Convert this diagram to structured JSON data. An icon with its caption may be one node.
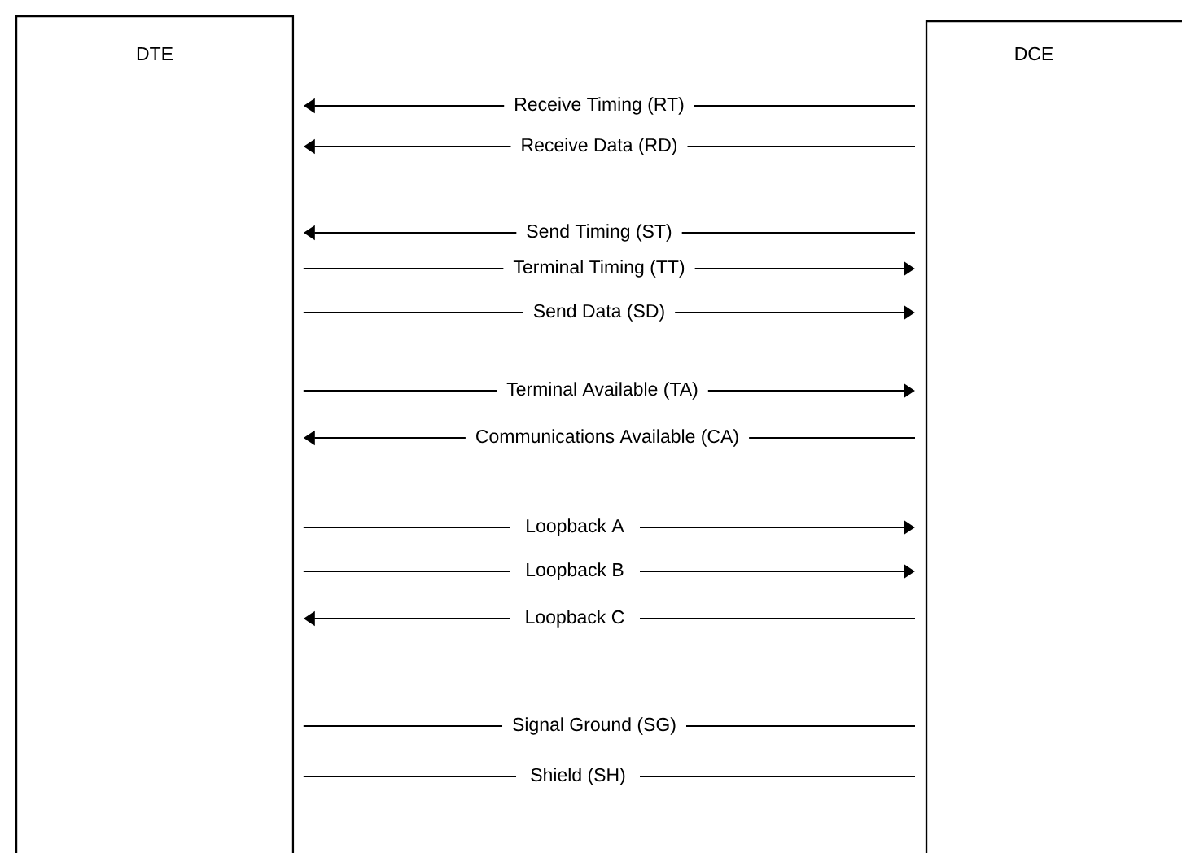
{
  "diagram": {
    "nodes": [
      {
        "text": [
          "DTE"
        ]
      },
      {
        "text": [
          "DCE"
        ]
      }
    ],
    "edges": [
      {
        "from": 1,
        "to": 0,
        "arrow": "to",
        "label": "Receive Timing (RT)"
      },
      {
        "from": 1,
        "to": 0,
        "arrow": "to",
        "label": "Receive Data (RD)"
      },
      {
        "from": 1,
        "to": 0,
        "arrow": "to",
        "label": "Send Timing (ST)"
      },
      {
        "from": 0,
        "to": 1,
        "arrow": "to",
        "label": "Terminal Timing (TT)"
      },
      {
        "from": 0,
        "to": 1,
        "arrow": "to",
        "label": "Send Data (SD)"
      },
      {
        "from": 0,
        "to": 1,
        "arrow": "to",
        "label": "Terminal Available (TA)"
      },
      {
        "from": 1,
        "to": 0,
        "arrow": "to",
        "label": "Communications Available (CA)"
      },
      {
        "from": 0,
        "to": 1,
        "arrow": "to",
        "label": "Loopback A"
      },
      {
        "from": 0,
        "to": 1,
        "arrow": "to",
        "label": "Loopback B"
      },
      {
        "from": 1,
        "to": 0,
        "arrow": "to",
        "label": "Loopback C"
      },
      {
        "from": 0,
        "to": 1,
        "arrow": "none",
        "label": "Signal Ground (SG)"
      },
      {
        "from": 0,
        "to": 1,
        "arrow": "none",
        "label": "Shield (SH)"
      }
    ]
  }
}
